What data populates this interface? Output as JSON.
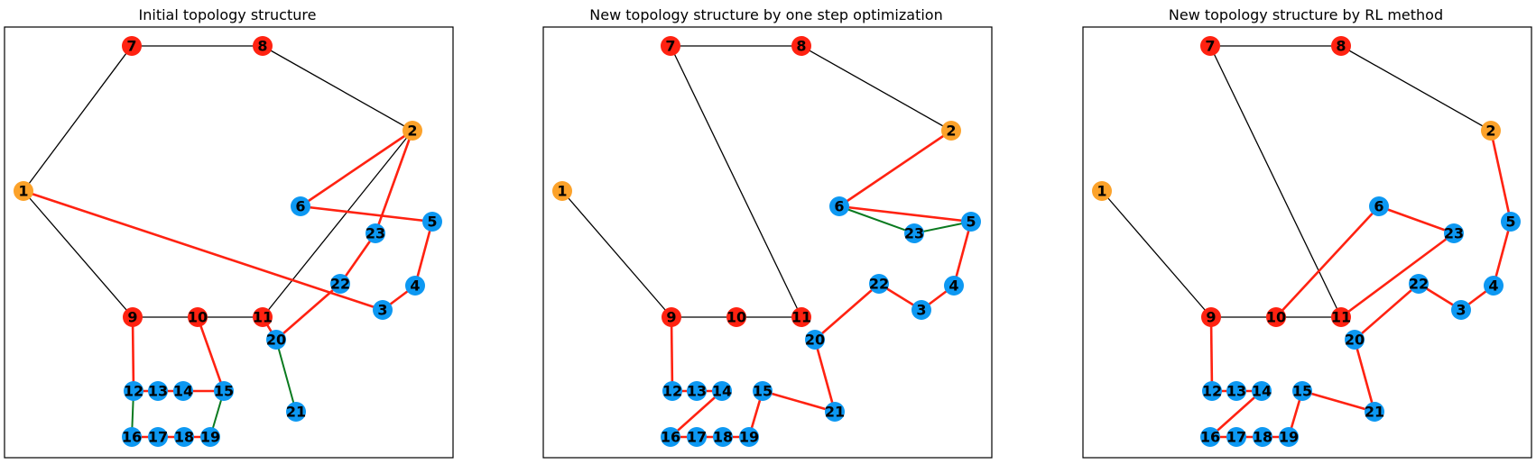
{
  "colors": {
    "red": "#ff2211",
    "orange": "#fca22a",
    "blue": "#0d98f2",
    "edge_black": "#000000",
    "edge_red": "#ff2211",
    "edge_green": "#0a7a1f"
  },
  "node_colors": {
    "1": "orange",
    "2": "orange",
    "7": "red",
    "8": "red",
    "9": "red",
    "10": "red",
    "11": "red",
    "3": "blue",
    "4": "blue",
    "5": "blue",
    "6": "blue",
    "12": "blue",
    "13": "blue",
    "14": "blue",
    "15": "blue",
    "16": "blue",
    "17": "blue",
    "18": "blue",
    "19": "blue",
    "20": "blue",
    "21": "blue",
    "22": "blue",
    "23": "blue"
  },
  "panels": [
    {
      "title": "Initial topology structure",
      "edges": [
        [
          "7",
          "8",
          "black"
        ],
        [
          "8",
          "2",
          "black"
        ],
        [
          "7",
          "1",
          "black"
        ],
        [
          "1",
          "9",
          "black"
        ],
        [
          "9",
          "10",
          "black"
        ],
        [
          "10",
          "11",
          "black"
        ],
        [
          "2",
          "11",
          "black"
        ],
        [
          "2",
          "6",
          "red"
        ],
        [
          "6",
          "5",
          "red"
        ],
        [
          "5",
          "4",
          "red"
        ],
        [
          "4",
          "3",
          "red"
        ],
        [
          "3",
          "1",
          "red"
        ],
        [
          "2",
          "23",
          "red"
        ],
        [
          "23",
          "22",
          "red"
        ],
        [
          "22",
          "20",
          "red"
        ],
        [
          "20",
          "11",
          "red"
        ],
        [
          "9",
          "12",
          "red"
        ],
        [
          "14",
          "15",
          "red"
        ],
        [
          "15",
          "10",
          "red"
        ],
        [
          "12",
          "13",
          "red"
        ],
        [
          "13",
          "14",
          "red"
        ],
        [
          "16",
          "17",
          "red"
        ],
        [
          "17",
          "18",
          "red"
        ],
        [
          "18",
          "19",
          "red"
        ],
        [
          "12",
          "16",
          "green"
        ],
        [
          "15",
          "19",
          "green"
        ],
        [
          "20",
          "21",
          "green"
        ]
      ]
    },
    {
      "title": "New topology structure by one step optimization",
      "edges": [
        [
          "7",
          "8",
          "black"
        ],
        [
          "8",
          "2",
          "black"
        ],
        [
          "7",
          "11",
          "black"
        ],
        [
          "1",
          "9",
          "black"
        ],
        [
          "9",
          "10",
          "black"
        ],
        [
          "10",
          "11",
          "black"
        ],
        [
          "2",
          "6",
          "red"
        ],
        [
          "6",
          "5",
          "red"
        ],
        [
          "5",
          "4",
          "red"
        ],
        [
          "4",
          "3",
          "red"
        ],
        [
          "3",
          "22",
          "red"
        ],
        [
          "22",
          "20",
          "red"
        ],
        [
          "20",
          "21",
          "red"
        ],
        [
          "21",
          "15",
          "red"
        ],
        [
          "15",
          "19",
          "red"
        ],
        [
          "9",
          "12",
          "red"
        ],
        [
          "12",
          "13",
          "red"
        ],
        [
          "13",
          "14",
          "red"
        ],
        [
          "14",
          "16",
          "red"
        ],
        [
          "16",
          "17",
          "red"
        ],
        [
          "17",
          "18",
          "red"
        ],
        [
          "18",
          "19",
          "red"
        ],
        [
          "6",
          "23",
          "green"
        ],
        [
          "23",
          "5",
          "green"
        ]
      ]
    },
    {
      "title": "New topology structure by RL method",
      "edges": [
        [
          "7",
          "8",
          "black"
        ],
        [
          "8",
          "2",
          "black"
        ],
        [
          "7",
          "11",
          "black"
        ],
        [
          "1",
          "9",
          "black"
        ],
        [
          "9",
          "10",
          "black"
        ],
        [
          "10",
          "11",
          "black"
        ],
        [
          "2",
          "5",
          "red"
        ],
        [
          "5",
          "4",
          "red"
        ],
        [
          "4",
          "3",
          "red"
        ],
        [
          "3",
          "22",
          "red"
        ],
        [
          "22",
          "20",
          "red"
        ],
        [
          "20",
          "21",
          "red"
        ],
        [
          "21",
          "15",
          "red"
        ],
        [
          "15",
          "19",
          "red"
        ],
        [
          "10",
          "6",
          "red"
        ],
        [
          "6",
          "23",
          "red"
        ],
        [
          "23",
          "11",
          "red"
        ],
        [
          "9",
          "12",
          "red"
        ],
        [
          "12",
          "13",
          "red"
        ],
        [
          "13",
          "14",
          "red"
        ],
        [
          "14",
          "16",
          "red"
        ],
        [
          "16",
          "17",
          "red"
        ],
        [
          "17",
          "18",
          "red"
        ],
        [
          "18",
          "19",
          "red"
        ]
      ]
    }
  ]
}
